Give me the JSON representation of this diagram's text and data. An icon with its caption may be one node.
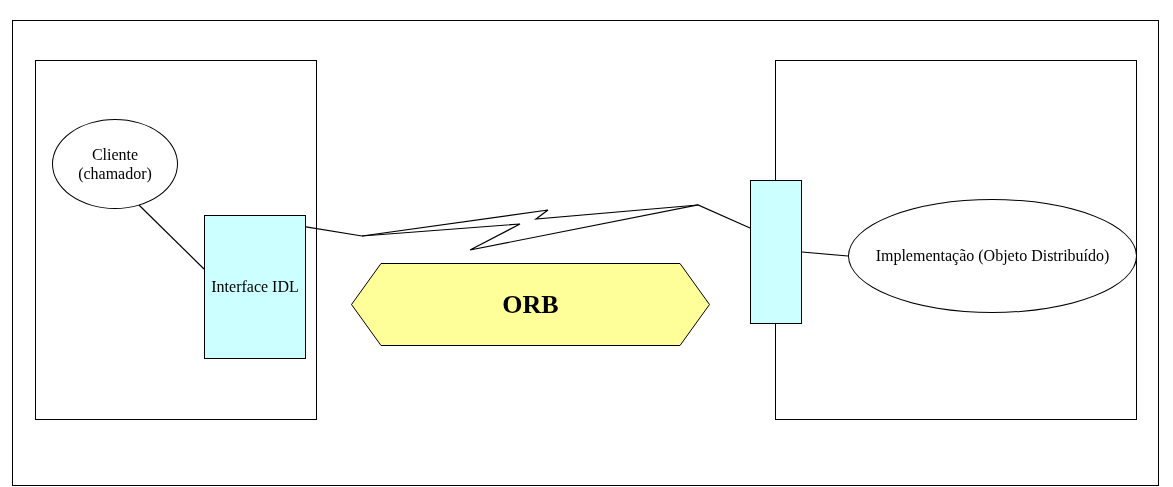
{
  "diagram": {
    "nodes": [
      {
        "text": [],
        "shape": "box"
      },
      {
        "text": [
          "Cliente (chamador)"
        ],
        "in": 0
      },
      {
        "text": [
          "Interface IDL"
        ],
        "in": 0
      },
      {
        "text": [
          "ORB"
        ]
      },
      {
        "text": [],
        "shape": "box"
      },
      {
        "text": [],
        "shape": "bar"
      },
      {
        "text": [
          "Implementação (Objeto Distribuído)"
        ],
        "in": 4
      }
    ],
    "edges": [
      {
        "from": 1,
        "to": 2,
        "arrow": "none"
      },
      {
        "from": 2,
        "to": 5,
        "arrow": "none"
      },
      {
        "from": 5,
        "to": 6,
        "arrow": "none"
      }
    ]
  }
}
